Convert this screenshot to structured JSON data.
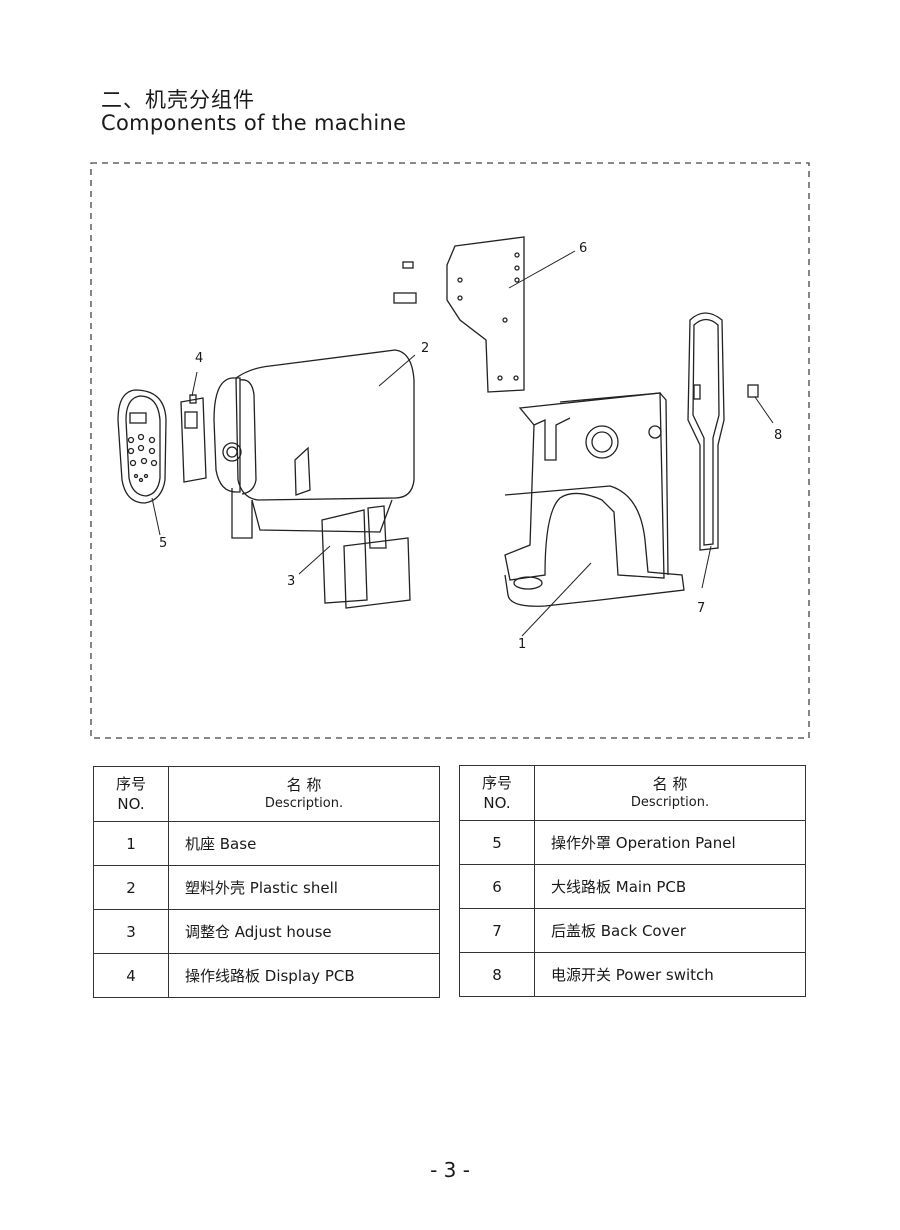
{
  "heading": {
    "cn": "二、机壳分组件",
    "en": "Components of the machine"
  },
  "callouts": [
    "1",
    "2",
    "3",
    "4",
    "5",
    "6",
    "7",
    "8"
  ],
  "table_header": {
    "no_cn": "序号",
    "no_en": "NO.",
    "desc_cn": "名 称",
    "desc_en": "Description."
  },
  "parts_left": [
    {
      "no": "1",
      "desc": "机座 Base"
    },
    {
      "no": "2",
      "desc": "塑料外壳 Plastic shell"
    },
    {
      "no": "3",
      "desc": "调整仓 Adjust house"
    },
    {
      "no": "4",
      "desc": "操作线路板 Display PCB"
    }
  ],
  "parts_right": [
    {
      "no": "5",
      "desc": "操作外罩 Operation Panel"
    },
    {
      "no": "6",
      "desc": "大线路板 Main PCB"
    },
    {
      "no": "7",
      "desc": "后盖板 Back Cover"
    },
    {
      "no": "8",
      "desc": "电源开关 Power switch"
    }
  ],
  "page_number": "- 3 -"
}
